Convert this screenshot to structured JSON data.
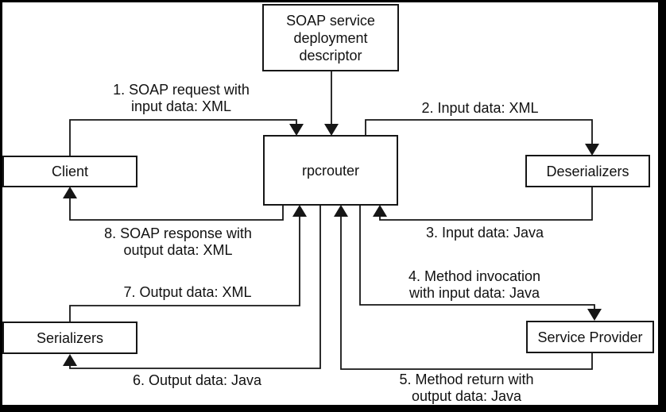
{
  "diagram": {
    "nodes": {
      "descriptor": {
        "lines": [
          "SOAP service",
          "deployment",
          "descriptor"
        ]
      },
      "client": {
        "label": "Client"
      },
      "rpcrouter": {
        "label": "rpcrouter"
      },
      "deserializers": {
        "label": "Deserializers"
      },
      "serializers": {
        "label": "Serializers"
      },
      "service_provider": {
        "label": "Service Provider"
      }
    },
    "edges": [
      {
        "id": "1",
        "from": "client",
        "to": "rpcrouter",
        "lines": [
          "1. SOAP request with",
          "input data: XML"
        ]
      },
      {
        "id": "2",
        "from": "rpcrouter",
        "to": "deserializers",
        "lines": [
          "2. Input data: XML"
        ]
      },
      {
        "id": "3",
        "from": "deserializers",
        "to": "rpcrouter",
        "lines": [
          "3. Input data: Java"
        ]
      },
      {
        "id": "4",
        "from": "rpcrouter",
        "to": "service_provider",
        "lines": [
          "4. Method invocation",
          "with input data: Java"
        ]
      },
      {
        "id": "5",
        "from": "service_provider",
        "to": "rpcrouter",
        "lines": [
          "5. Method return with",
          "output data: Java"
        ]
      },
      {
        "id": "6",
        "from": "rpcrouter",
        "to": "serializers",
        "lines": [
          "6. Output data: Java"
        ]
      },
      {
        "id": "7",
        "from": "serializers",
        "to": "rpcrouter",
        "lines": [
          "7. Output data: XML"
        ]
      },
      {
        "id": "8",
        "from": "rpcrouter",
        "to": "client",
        "lines": [
          "8. SOAP response with",
          "output data: XML"
        ]
      }
    ],
    "colors": {
      "background": "#ffffff",
      "line": "#161616",
      "border": "#000000"
    }
  }
}
